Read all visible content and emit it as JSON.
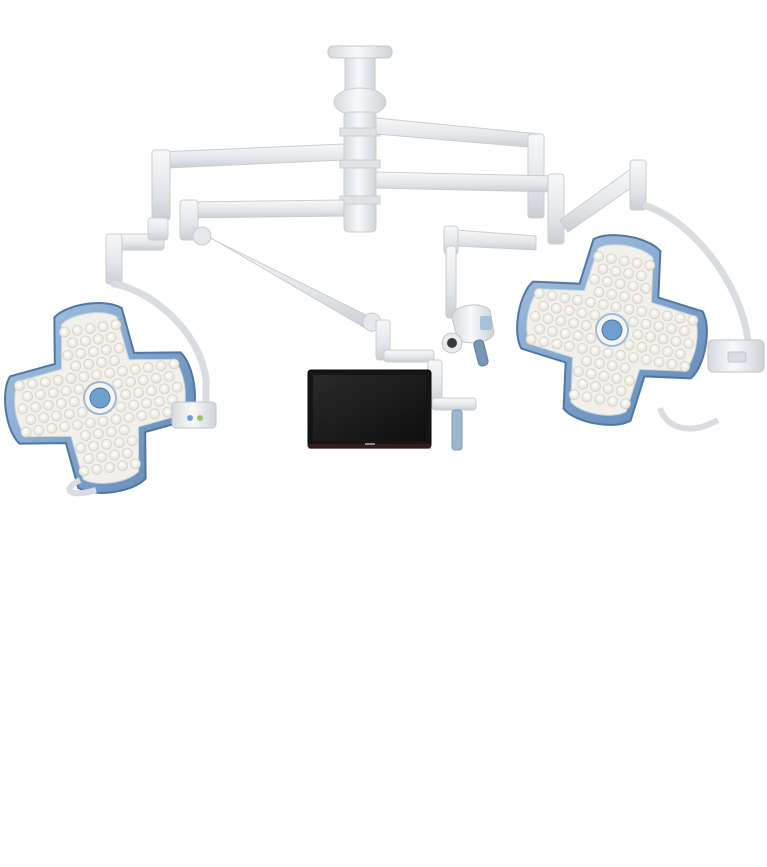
{
  "scene": {
    "subject": "ceiling-mounted-surgical-light-system",
    "components": [
      "ceiling-mount",
      "central-column",
      "left-spring-arm",
      "right-spring-arm",
      "left-surgical-light-head",
      "right-surgical-light-head",
      "monitor-arm",
      "flat-panel-monitor",
      "camera-arm",
      "camera-module",
      "left-control-handle",
      "right-control-handle"
    ],
    "colors": {
      "background": "#ffffff",
      "arm": "#eceef0",
      "arm_shade": "#c9ced3",
      "light_frame": "#8fb2d6",
      "light_frame_dark": "#5d86b5",
      "lens": "#f7f5ee",
      "hub": "#6f9fcf",
      "monitor": "#1a1a1a"
    }
  }
}
